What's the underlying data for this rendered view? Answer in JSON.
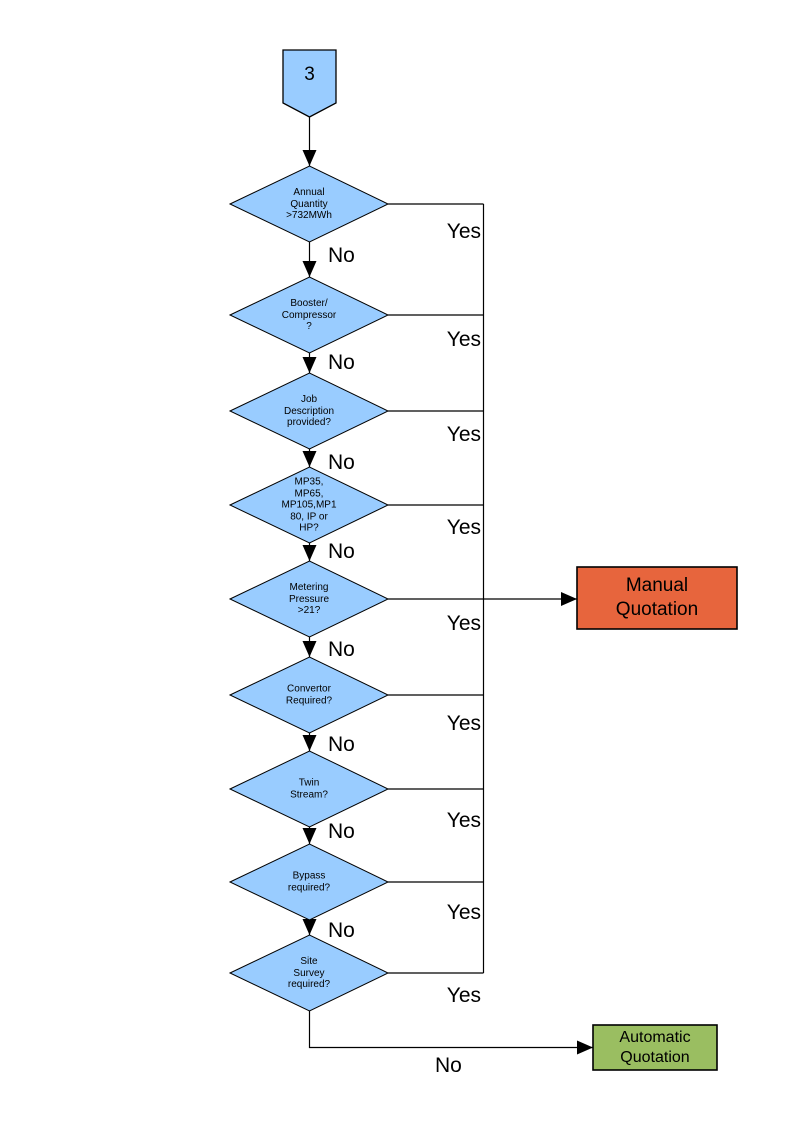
{
  "connector": {
    "label": "3"
  },
  "decisions": [
    {
      "id": "annual-quantity",
      "label": "Annual\nQuantity\n>732MWh",
      "yes_label": "Yes",
      "no_label": "No"
    },
    {
      "id": "booster-compressor",
      "label": "Booster/\nCompressor\n?",
      "yes_label": "Yes",
      "no_label": "No"
    },
    {
      "id": "job-description",
      "label": "Job\nDescription\nprovided?",
      "yes_label": "Yes",
      "no_label": "No"
    },
    {
      "id": "mp-models",
      "label": "MP35,\nMP65,\nMP105,MP1\n80, IP or\nHP?",
      "yes_label": "Yes",
      "no_label": "No"
    },
    {
      "id": "metering-pressure",
      "label": "Metering\nPressure\n>21?",
      "yes_label": "Yes",
      "no_label": "No"
    },
    {
      "id": "convertor-required",
      "label": "Convertor\nRequired?",
      "yes_label": "Yes",
      "no_label": "No"
    },
    {
      "id": "twin-stream",
      "label": "Twin\nStream?",
      "yes_label": "Yes",
      "no_label": "No"
    },
    {
      "id": "bypass-required",
      "label": "Bypass\nrequired?",
      "yes_label": "Yes",
      "no_label": "No"
    },
    {
      "id": "site-survey",
      "label": "Site\nSurvey\nrequired?",
      "yes_label": "Yes",
      "no_label": "No"
    }
  ],
  "outcomes": {
    "manual": {
      "label": "Manual\nQuotation",
      "fill": "#E7653D"
    },
    "automatic": {
      "label": "Automatic\nQuotation",
      "fill": "#9ABE61"
    }
  },
  "colors": {
    "node_fill": "#99CCFF",
    "node_border": "#000000",
    "edge": "#000000",
    "background": "#FFFFFF",
    "text": "#000000"
  }
}
